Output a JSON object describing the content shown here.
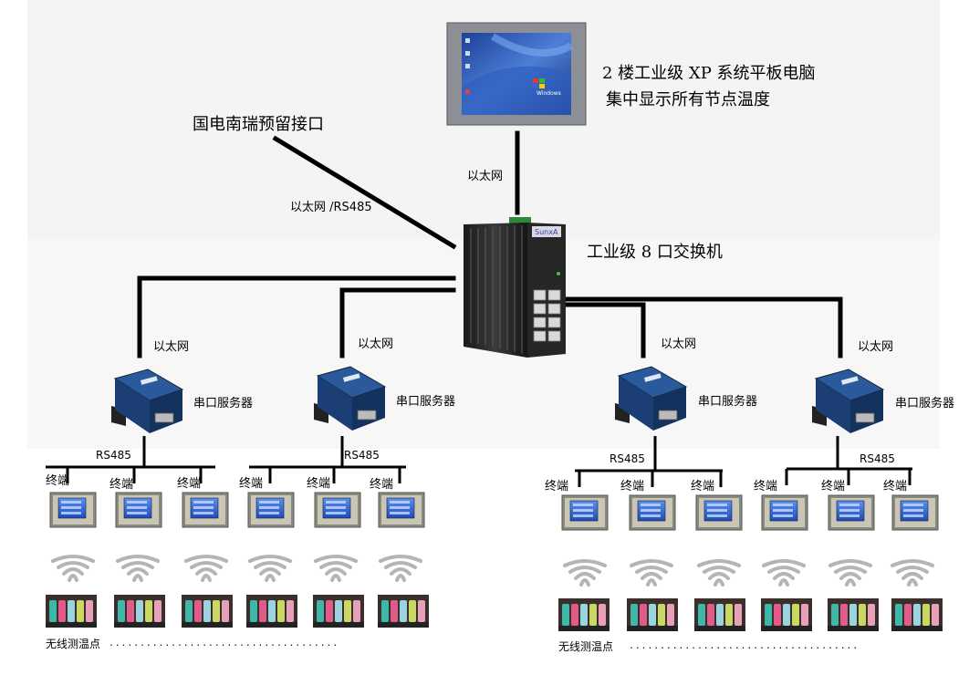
{
  "panel": {
    "title_line1": "2 楼工业级 XP 系统平板电脑",
    "title_line2": "集中显示所有节点温度",
    "screen_brand": "Windows"
  },
  "reserved_interface": "国电南瑞预留接口",
  "link_ethernet_rs485": "以太网 /RS485",
  "link_ethernet_top": "以太网",
  "switch": {
    "label": "工业级 8 口交换机",
    "brand": "SunxA"
  },
  "servers": [
    {
      "ethernet": "以太网",
      "label": "串口服务器",
      "bus": "RS485",
      "terminals": [
        "终端",
        "终端",
        "终端"
      ]
    },
    {
      "ethernet": "以太网",
      "label": "串口服务器",
      "bus": "RS485",
      "terminals": [
        "终端",
        "终端",
        "终端"
      ]
    },
    {
      "ethernet": "以太网",
      "label": "串口服务器",
      "bus": "RS485",
      "terminals": [
        "终端",
        "终端",
        "终端"
      ]
    },
    {
      "ethernet": "以太网",
      "label": "串口服务器",
      "bus": "RS485",
      "terminals": [
        "终端",
        "终端",
        "终端"
      ]
    }
  ],
  "sensor_groups": [
    {
      "label": "无线测温点"
    },
    {
      "label": "无线测温点"
    }
  ],
  "colors": {
    "background_zone": "#f1f1f1",
    "wire": "#000000",
    "device_blue": "#2a5a9c",
    "lcd_blue": "#2f6bd8",
    "wave": "#b5b5b5"
  }
}
